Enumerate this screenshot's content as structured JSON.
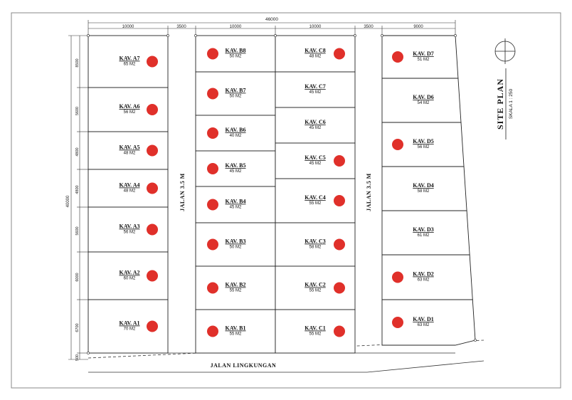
{
  "drawing": {
    "title": "SITE PLAN",
    "scale": "SKALA 1 : 250",
    "road_main": "JALAN LINGKUNGAN",
    "road_inner_1": "JALAN 3.5 M",
    "road_inner_2": "JALAN 3.5 M",
    "line_color": "#222222",
    "marker_color": "#e0302a"
  },
  "dimensions": {
    "total_width": "46000",
    "segments": [
      "10000",
      "3500",
      "10000",
      "10000",
      "3500",
      "9000"
    ],
    "total_height": "40000",
    "left_rows": [
      "8500",
      "5600",
      "4800",
      "4800",
      "5600",
      "6000",
      "6700",
      "500"
    ]
  },
  "blocks": {
    "A": [
      {
        "label": "KAV. A7",
        "area": "65 M2",
        "marked": true
      },
      {
        "label": "KAV. A6",
        "area": "56 M2",
        "marked": true
      },
      {
        "label": "KAV. A5",
        "area": "48 M2",
        "marked": true
      },
      {
        "label": "KAV. A4",
        "area": "48 M2",
        "marked": true
      },
      {
        "label": "KAV. A3",
        "area": "56 M2",
        "marked": true
      },
      {
        "label": "KAV. A2",
        "area": "60 M2",
        "marked": true
      },
      {
        "label": "KAV. A1",
        "area": "70 M2",
        "marked": true
      }
    ],
    "B": [
      {
        "label": "KAV. B8",
        "area": "50 M2",
        "marked": true
      },
      {
        "label": "KAV. B7",
        "area": "50 M2",
        "marked": true
      },
      {
        "label": "KAV. B6",
        "area": "40 M2",
        "marked": true
      },
      {
        "label": "KAV. B5",
        "area": "45 M2",
        "marked": true
      },
      {
        "label": "KAV. B4",
        "area": "45 M2",
        "marked": true
      },
      {
        "label": "KAV. B3",
        "area": "50 M2",
        "marked": true
      },
      {
        "label": "KAV. B2",
        "area": "55 M2",
        "marked": true
      },
      {
        "label": "KAV. B1",
        "area": "55 M2",
        "marked": true
      }
    ],
    "C": [
      {
        "label": "KAV. C8",
        "area": "48 M2",
        "marked": true
      },
      {
        "label": "KAV. C7",
        "area": "45 M2",
        "marked": false
      },
      {
        "label": "KAV. C6",
        "area": "45 M2",
        "marked": false
      },
      {
        "label": "KAV. C5",
        "area": "45 M2",
        "marked": true
      },
      {
        "label": "KAV. C4",
        "area": "55 M2",
        "marked": true
      },
      {
        "label": "KAV. C3",
        "area": "58 M2",
        "marked": true
      },
      {
        "label": "KAV. C2",
        "area": "55 M2",
        "marked": true
      },
      {
        "label": "KAV. C1",
        "area": "55 M2",
        "marked": true
      }
    ],
    "D": [
      {
        "label": "KAV. D7",
        "area": "51 M2",
        "marked": true
      },
      {
        "label": "KAV. D6",
        "area": "54 M2",
        "marked": false
      },
      {
        "label": "KAV. D5",
        "area": "56 M2",
        "marked": true
      },
      {
        "label": "KAV. D4",
        "area": "58 M2",
        "marked": false
      },
      {
        "label": "KAV. D3",
        "area": "61 M2",
        "marked": false
      },
      {
        "label": "KAV. D2",
        "area": "63 M2",
        "marked": true
      },
      {
        "label": "KAV. D1",
        "area": "63 M2",
        "marked": true
      }
    ]
  }
}
